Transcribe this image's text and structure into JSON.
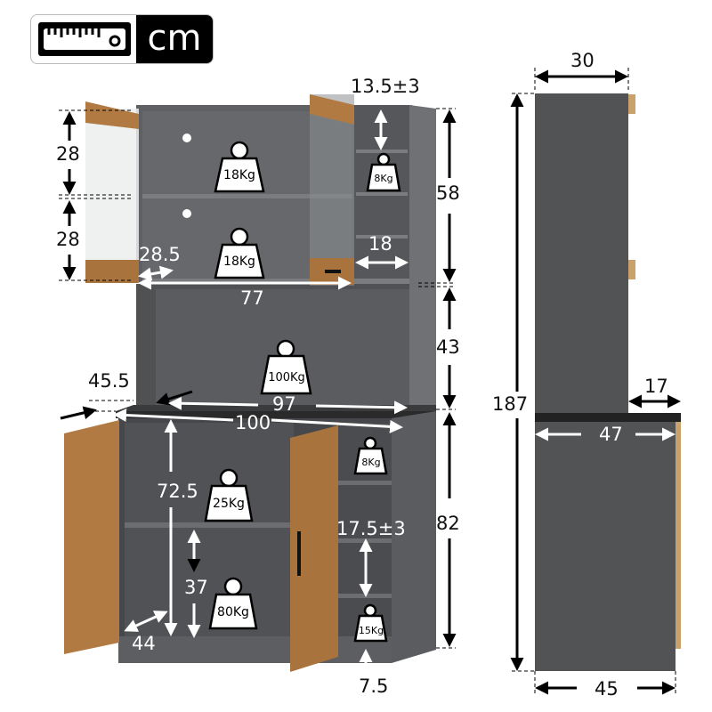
{
  "unit_badge": {
    "icon": "ruler-icon",
    "label": "cm"
  },
  "front_view": {
    "upper_hutch": {
      "shelf_height_top": "28",
      "shelf_height_bottom": "28",
      "section_height": "58",
      "glass_door_depth": "28.5",
      "inner_width": "77",
      "side_cubby_top_height": "13.5±3",
      "side_cubby_width": "18",
      "shelf_load_top": "18Kg",
      "shelf_load_bottom": "18Kg",
      "cubby_load": "8Kg"
    },
    "open_space": {
      "height": "43",
      "counter_depth": "45.5",
      "inner_width": "97",
      "load": "100Kg"
    },
    "base_cabinet": {
      "top_width": "100",
      "inner_height": "72.5",
      "lower_shelf_height": "37",
      "inner_depth": "44",
      "section_height": "82",
      "cubby_height": "17.5±3",
      "kick_height": "7.5",
      "shelf_load_top": "25Kg",
      "shelf_load_bottom": "80Kg",
      "cubby_load_top": "8Kg",
      "cubby_load_bottom": "15Kg"
    }
  },
  "side_view": {
    "top_depth": "30",
    "total_height": "187",
    "counter_overhang": "17",
    "counter_depth": "47",
    "base_depth": "45"
  },
  "colors": {
    "cabinet_gray": "#555759",
    "cabinet_dark": "#3f4042",
    "wood": "#b07a42",
    "counter_black": "#1e1e1e",
    "arrow_black": "#000000",
    "arrow_white": "#ffffff"
  }
}
